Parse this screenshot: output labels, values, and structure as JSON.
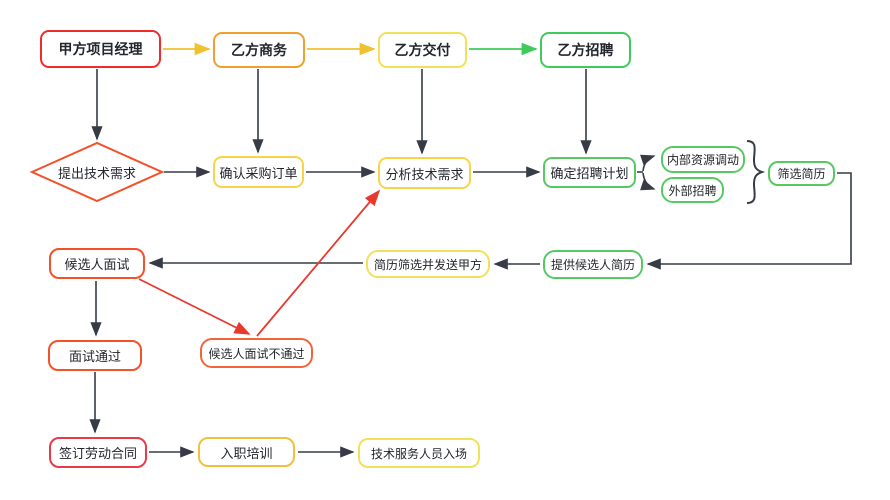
{
  "diagram_type": "flowchart",
  "language": "zh-CN",
  "nodes": {
    "party_a_pm": {
      "label": "甲方项目经理",
      "shape": "rect",
      "color": "#f02b2b"
    },
    "vendor_business": {
      "label": "乙方商务",
      "shape": "rect",
      "color": "#f0a030"
    },
    "vendor_delivery": {
      "label": "乙方交付",
      "shape": "rect",
      "color": "#f3e05a"
    },
    "vendor_recruiting": {
      "label": "乙方招聘",
      "shape": "rect",
      "color": "#3ecb5b"
    },
    "raise_tech_requirement": {
      "label": "提出技术需求",
      "shape": "diamond",
      "color": "#f4502a"
    },
    "confirm_purchase_order": {
      "label": "确认采购订单",
      "shape": "rect",
      "color": "#f6d54a"
    },
    "analyze_tech_requirement": {
      "label": "分析技术需求",
      "shape": "rect",
      "color": "#f6d54a"
    },
    "determine_recruiting_plan": {
      "label": "确定招聘计划",
      "shape": "rect",
      "color": "#56c963"
    },
    "internal_resource_transfer": {
      "label": "内部资源调动",
      "shape": "rect",
      "color": "#56c963"
    },
    "external_recruiting": {
      "label": "外部招聘",
      "shape": "rect",
      "color": "#56c963"
    },
    "screen_resumes": {
      "label": "筛选简历",
      "shape": "rect",
      "color": "#56c963"
    },
    "candidate_interview": {
      "label": "候选人面试",
      "shape": "rect",
      "color": "#f4502a"
    },
    "resume_screen_send_party_a": {
      "label": "简历筛选并发送甲方",
      "shape": "rect",
      "color": "#f3e05a"
    },
    "provide_candidate_resumes": {
      "label": "提供候选人简历",
      "shape": "rect",
      "color": "#56c963"
    },
    "interview_passed": {
      "label": "面试通过",
      "shape": "rect",
      "color": "#f4502a"
    },
    "interview_failed": {
      "label": "候选人面试不通过",
      "shape": "rect",
      "color": "#f0663a"
    },
    "sign_labor_contract": {
      "label": "签订劳动合同",
      "shape": "rect",
      "color": "#e83a4a"
    },
    "onboarding_training": {
      "label": "入职培训",
      "shape": "rect",
      "color": "#f2bf3f"
    },
    "tech_staff_onsite": {
      "label": "技术服务人员入场",
      "shape": "rect",
      "color": "#f3e05a"
    }
  },
  "edges": [
    {
      "from": "party_a_pm",
      "to": "vendor_business",
      "color": "#f0c12e"
    },
    {
      "from": "vendor_business",
      "to": "vendor_delivery",
      "color": "#f0c12e"
    },
    {
      "from": "vendor_delivery",
      "to": "vendor_recruiting",
      "color": "#3ecb5b"
    },
    {
      "from": "party_a_pm",
      "to": "raise_tech_requirement",
      "color": "#363b45"
    },
    {
      "from": "vendor_business",
      "to": "confirm_purchase_order",
      "color": "#363b45"
    },
    {
      "from": "vendor_delivery",
      "to": "analyze_tech_requirement",
      "color": "#363b45"
    },
    {
      "from": "vendor_recruiting",
      "to": "determine_recruiting_plan",
      "color": "#363b45"
    },
    {
      "from": "raise_tech_requirement",
      "to": "confirm_purchase_order",
      "color": "#363b45"
    },
    {
      "from": "confirm_purchase_order",
      "to": "analyze_tech_requirement",
      "color": "#363b45"
    },
    {
      "from": "analyze_tech_requirement",
      "to": "determine_recruiting_plan",
      "color": "#363b45"
    },
    {
      "from": "determine_recruiting_plan",
      "to": "internal_resource_transfer",
      "color": "#363b45"
    },
    {
      "from": "determine_recruiting_plan",
      "to": "external_recruiting",
      "color": "#363b45"
    },
    {
      "from": "internal_resource_transfer+external_recruiting",
      "to": "screen_resumes",
      "color": "#363b45",
      "style": "brace"
    },
    {
      "from": "screen_resumes",
      "to": "provide_candidate_resumes",
      "color": "#363b45"
    },
    {
      "from": "provide_candidate_resumes",
      "to": "resume_screen_send_party_a",
      "color": "#363b45"
    },
    {
      "from": "resume_screen_send_party_a",
      "to": "candidate_interview",
      "color": "#363b45"
    },
    {
      "from": "candidate_interview",
      "to": "interview_passed",
      "color": "#363b45"
    },
    {
      "from": "candidate_interview",
      "to": "interview_failed",
      "color": "#e8392f"
    },
    {
      "from": "interview_failed",
      "to": "analyze_tech_requirement",
      "color": "#e8392f"
    },
    {
      "from": "interview_passed",
      "to": "sign_labor_contract",
      "color": "#363b45"
    },
    {
      "from": "sign_labor_contract",
      "to": "onboarding_training",
      "color": "#363b45"
    },
    {
      "from": "onboarding_training",
      "to": "tech_staff_onsite",
      "color": "#363b45"
    }
  ],
  "palette": {
    "node_red": "#f02b2b",
    "node_orange_red": "#f4502a",
    "node_orange": "#f0663a",
    "node_crimson": "#e83a4a",
    "node_amber": "#f0a030",
    "node_gold": "#f2bf3f",
    "node_yellow": "#f6d54a",
    "node_pale_yellow": "#f3e05a",
    "node_green": "#3ecb5b",
    "node_light_green": "#56c963",
    "edge_black": "#363b45",
    "edge_yellow": "#f0c12e",
    "edge_green": "#3ecb5b",
    "edge_red": "#e8392f",
    "background": "#ffffff",
    "text": "#23262d"
  }
}
